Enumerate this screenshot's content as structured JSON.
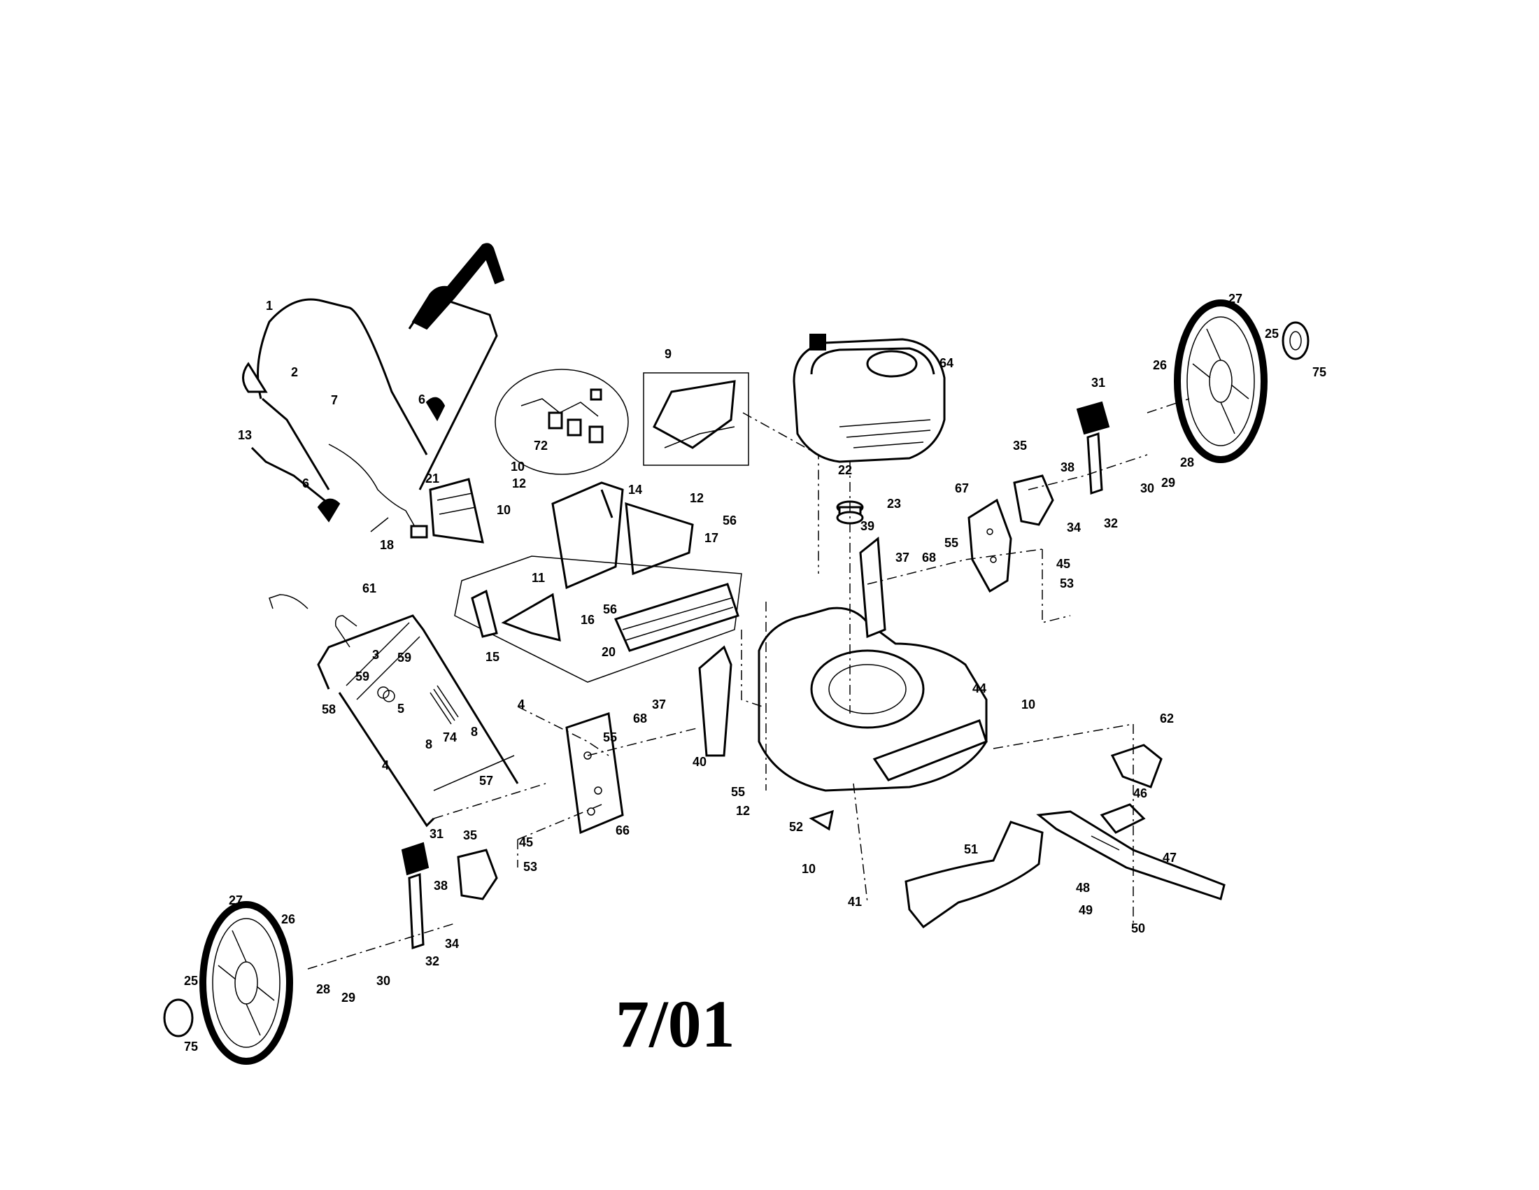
{
  "diagram": {
    "date_label": "7/01",
    "callouts": [
      "1",
      "2",
      "3",
      "4",
      "5",
      "6",
      "7",
      "8",
      "9",
      "10",
      "11",
      "12",
      "13",
      "14",
      "15",
      "16",
      "17",
      "18",
      "20",
      "21",
      "22",
      "23",
      "25",
      "26",
      "27",
      "28",
      "29",
      "30",
      "31",
      "32",
      "34",
      "35",
      "37",
      "38",
      "39",
      "40",
      "41",
      "44",
      "45",
      "46",
      "47",
      "48",
      "49",
      "50",
      "51",
      "52",
      "53",
      "55",
      "56",
      "57",
      "58",
      "59",
      "61",
      "62",
      "64",
      "66",
      "67",
      "68",
      "72",
      "74",
      "75"
    ]
  }
}
